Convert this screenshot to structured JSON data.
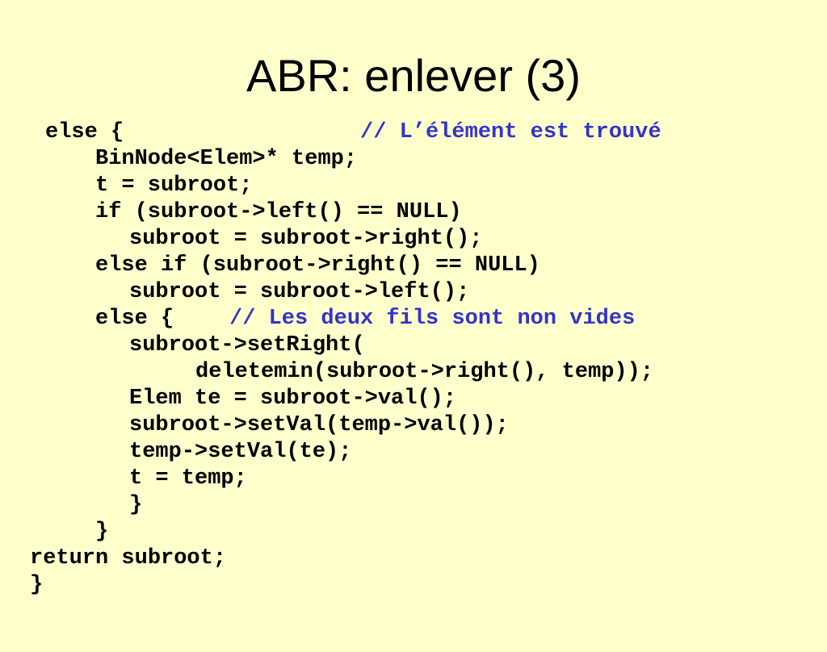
{
  "slide": {
    "title": "ABR: enlever (3)",
    "colors": {
      "background": "#ffffcc",
      "code": "#000000",
      "comment": "#3333cc"
    },
    "lines": [
      {
        "code": "else {",
        "comment": "// L’élément est trouvé"
      },
      {
        "code": "BinNode<Elem>* temp;"
      },
      {
        "code": "t = subroot;"
      },
      {
        "code": "if (subroot->left() == NULL)"
      },
      {
        "code": "subroot = subroot->right();"
      },
      {
        "code": "else if (subroot->right() == NULL)"
      },
      {
        "code": "subroot = subroot->left();"
      },
      {
        "code": "else {",
        "comment": "// Les deux fils sont non vides"
      },
      {
        "code": "subroot->setRight("
      },
      {
        "code": "deletemin(subroot->right(), temp));"
      },
      {
        "code": "Elem te = subroot->val();"
      },
      {
        "code": "subroot->setVal(temp->val());"
      },
      {
        "code": "temp->setVal(te);"
      },
      {
        "code": "t = temp;"
      },
      {
        "code": "}"
      },
      {
        "code": "}"
      },
      {
        "code": "return subroot;"
      },
      {
        "code": "}"
      }
    ]
  }
}
